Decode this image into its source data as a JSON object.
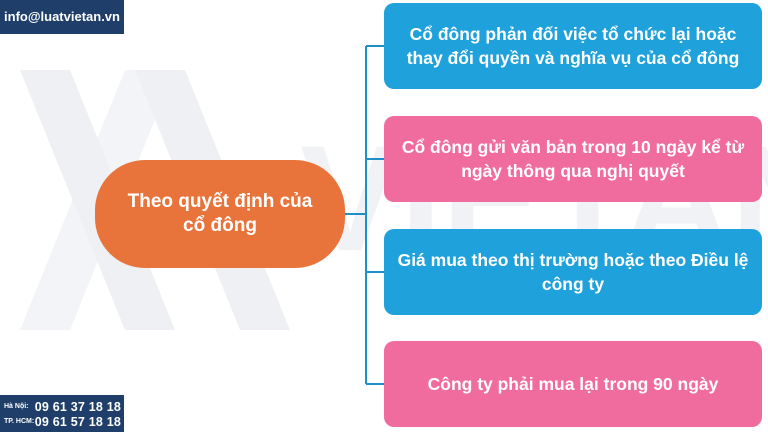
{
  "header": {
    "email": "info@luatvietan.vn"
  },
  "contact": {
    "rows": [
      {
        "city": "Hà Nội:",
        "phone": "09 61 37 18 18"
      },
      {
        "city": "TP. HCM:",
        "phone": "09 61 57 18 18"
      }
    ]
  },
  "watermark": {
    "text": "VIETAN"
  },
  "diagram": {
    "center": "Theo quyết định của cổ đông",
    "branches": [
      {
        "text": "Cổ đông phản đối việc tổ chức lại hoặc thay đổi quyền và nghĩa vụ của cổ đông",
        "color": "#1fa1dc"
      },
      {
        "text": "Cổ đông gửi văn bản trong 10 ngày kể từ ngày thông qua nghị quyết",
        "color": "#f06b9e"
      },
      {
        "text": "Giá mua theo thị trường hoặc theo Điều lệ công ty",
        "color": "#1fa1dc"
      },
      {
        "text": "Công ty phải mua lại trong 90 ngày",
        "color": "#f06b9e"
      }
    ]
  },
  "colors": {
    "center": "#e8743b",
    "navy": "#1f3f6a",
    "connector": "#1f8fc8"
  }
}
